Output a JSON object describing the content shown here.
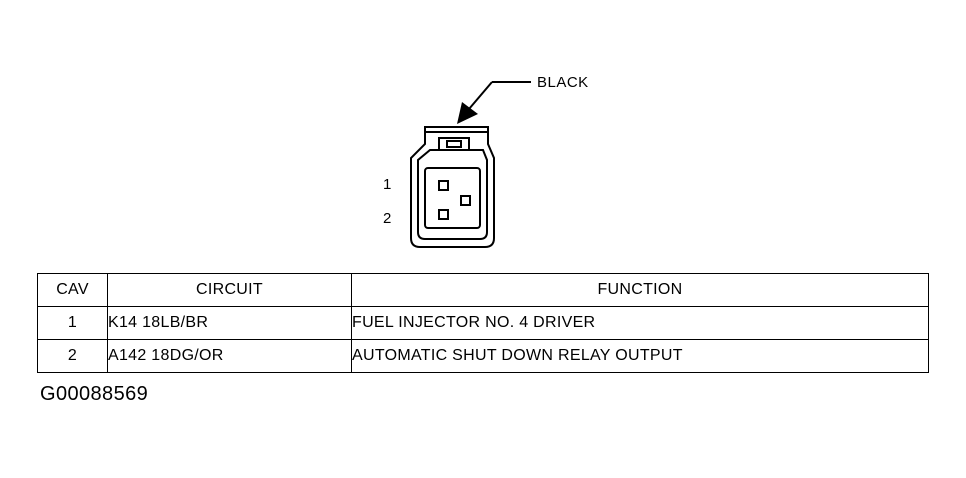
{
  "diagram": {
    "connector_color_label": "BLACK",
    "pin_labels": [
      "1",
      "2"
    ]
  },
  "table": {
    "headers": {
      "cav": "CAV",
      "circuit": "CIRCUIT",
      "function": "FUNCTION"
    },
    "rows": [
      {
        "cav": "1",
        "circuit": "K14 18LB/BR",
        "function": "FUEL INJECTOR NO. 4 DRIVER"
      },
      {
        "cav": "2",
        "circuit": "A142 18DG/OR",
        "function": "AUTOMATIC SHUT DOWN RELAY OUTPUT"
      }
    ]
  },
  "figure_id": "G00088569"
}
